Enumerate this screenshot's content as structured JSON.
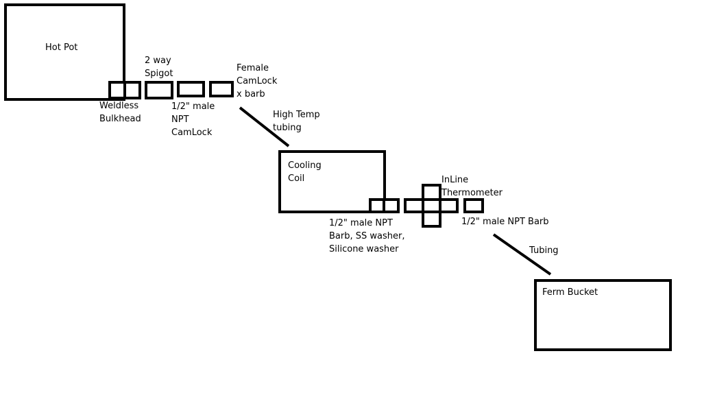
{
  "diagram": {
    "components": {
      "hot_pot": "Hot Pot",
      "cooling_coil": "Cooling\nCoil",
      "ferm_bucket": "Ferm Bucket"
    },
    "labels": {
      "two_way_spigot": "2 way\nSpigot",
      "female_camlock": "Female\nCamLock\nx barb",
      "weldless_bulkhead": "Weldless\nBulkhead",
      "male_npt_camlock": "1/2\" male\nNPT\nCamLock",
      "high_temp_tubing": "High Temp\ntubing",
      "coil_fittings": "1/2\" male NPT\nBarb, SS washer,\nSilicone washer",
      "inline_thermometer": "InLine\nThermometer",
      "male_npt_barb": "1/2\" male NPT Barb",
      "tubing": "Tubing"
    }
  }
}
